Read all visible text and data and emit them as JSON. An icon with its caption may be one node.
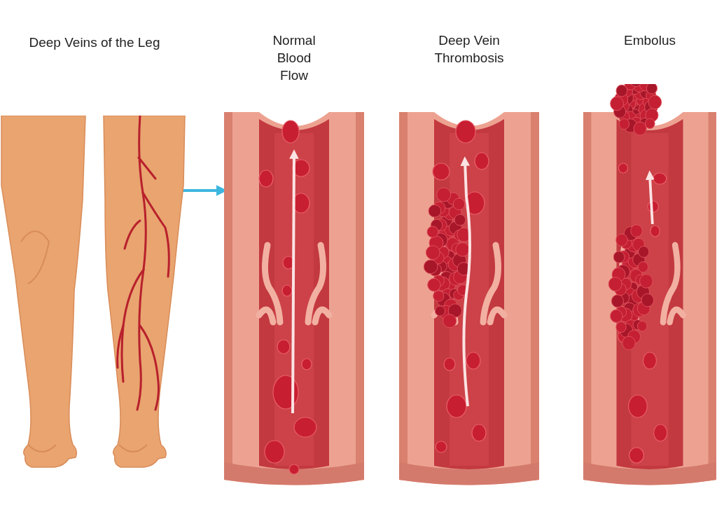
{
  "diagram": {
    "nodes": [
      {
        "text": [
          "Deep Veins of the Leg"
        ]
      },
      {
        "text": [
          "Normal Blood Flow"
        ]
      },
      {
        "text": [
          "Deep Vein Thrombosis"
        ]
      },
      {
        "text": [
          "Embolus"
        ]
      }
    ],
    "edges": [
      {
        "from": 0,
        "to": 1,
        "arrow": "to"
      }
    ]
  }
}
